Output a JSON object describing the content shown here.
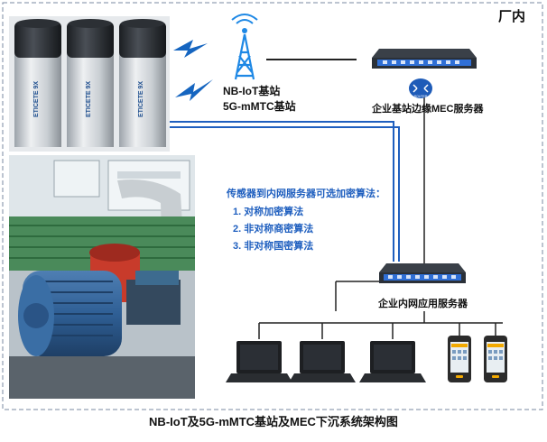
{
  "area_label": "厂内",
  "base_station": {
    "line1": "NB-IoT基站",
    "line2": "5G-mMTC基站"
  },
  "mec_server": {
    "label": "企业基站边缘MEC服务器",
    "badge": "ROUTER"
  },
  "encryption": {
    "heading": "传感器到内网服务器可选加密算法：",
    "items": [
      "1. 对称加密算法",
      "2. 非对称商密算法",
      "3. 非对称国密算法"
    ]
  },
  "app_server": {
    "label": "企业内网应用服务器"
  },
  "caption": "NB-IoT及5G-mMTC基站及MEC下沉系统架构图",
  "sensors": {
    "brand": "ETICETE 9X",
    "count": 3
  },
  "clients": {
    "laptops": 3,
    "phones": 2
  },
  "colors": {
    "link": "#1f5fbf",
    "signal": "#1565c0",
    "server_body": "#2a3038",
    "server_led": "#2f6fd6"
  }
}
